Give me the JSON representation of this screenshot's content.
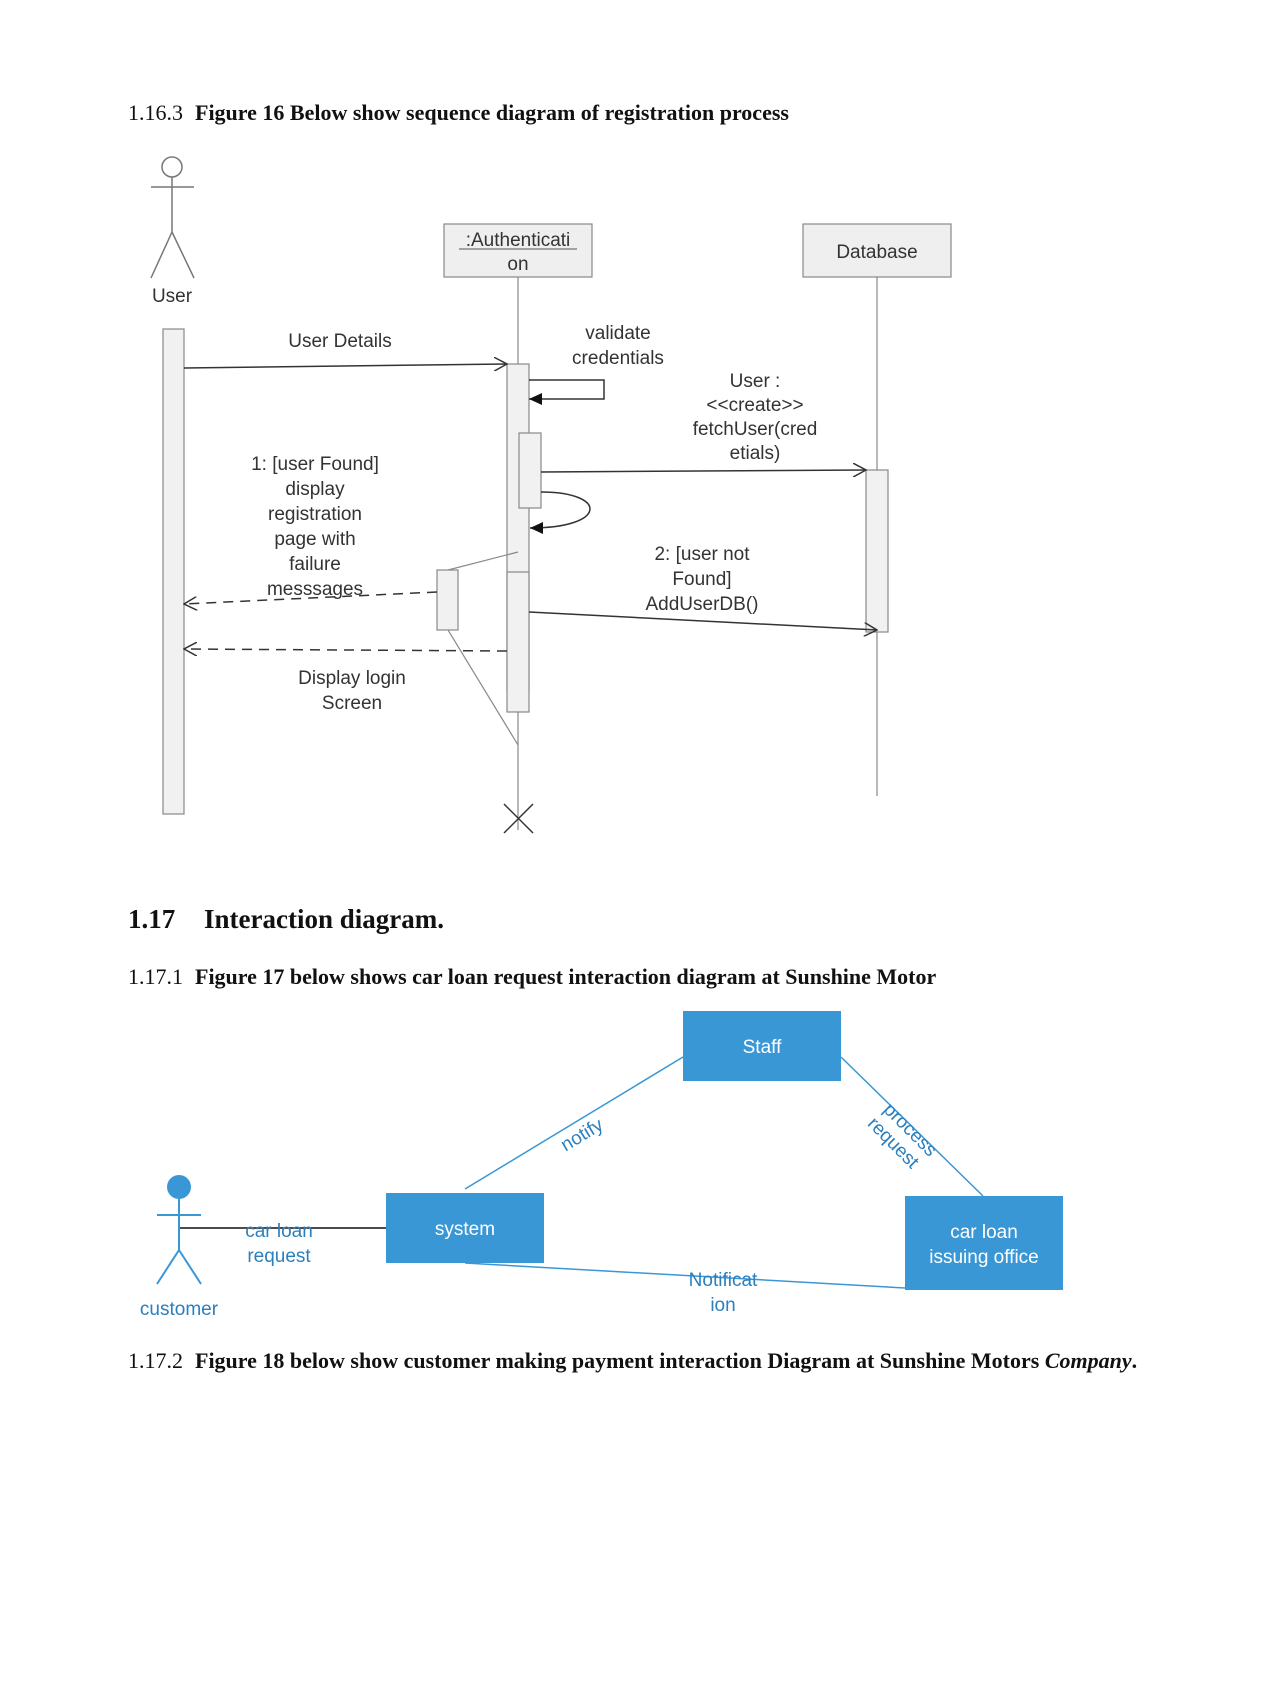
{
  "fig16": {
    "number": "1.16.3",
    "title": "Figure 16 Below show sequence diagram of registration process",
    "diagram": {
      "actor": "User",
      "lifeline_auth_line1": ":Authenticati",
      "lifeline_auth_line2": "on",
      "lifeline_db": "Database",
      "msg_user_details": "User Details",
      "msg_validate": [
        "validate",
        "credentials"
      ],
      "msg_fetch": [
        "User :",
        "<<create>>",
        "fetchUser(cred",
        "etials)"
      ],
      "msg_found": [
        "1: [user Found]",
        "display",
        "registration",
        "page with",
        "failure",
        "messsages"
      ],
      "msg_not_found": [
        "2: [user not",
        "Found]",
        "AddUserDB()"
      ],
      "msg_display_login": [
        "Display login",
        "Screen"
      ]
    }
  },
  "section_117": {
    "number": "1.17",
    "title": "Interaction diagram."
  },
  "fig17": {
    "number": "1.17.1",
    "title": "Figure 17 below shows car loan request interaction diagram at  Sunshine Motor",
    "diagram": {
      "staff": "Staff",
      "system": "system",
      "office": [
        "car loan",
        "issuing office"
      ],
      "actor": "customer",
      "link_car_loan": [
        "car loan",
        "request"
      ],
      "link_notify": "notify",
      "link_process": [
        "process",
        "request"
      ],
      "link_notification": [
        "Notificat",
        "ion"
      ],
      "accent_color": "#3a97d6"
    }
  },
  "fig18": {
    "number": "1.17.2",
    "title": "Figure 18 below show customer making payment interaction Diagram at Sunshine Motors",
    "title_emph": "Company",
    "title_end": "."
  }
}
